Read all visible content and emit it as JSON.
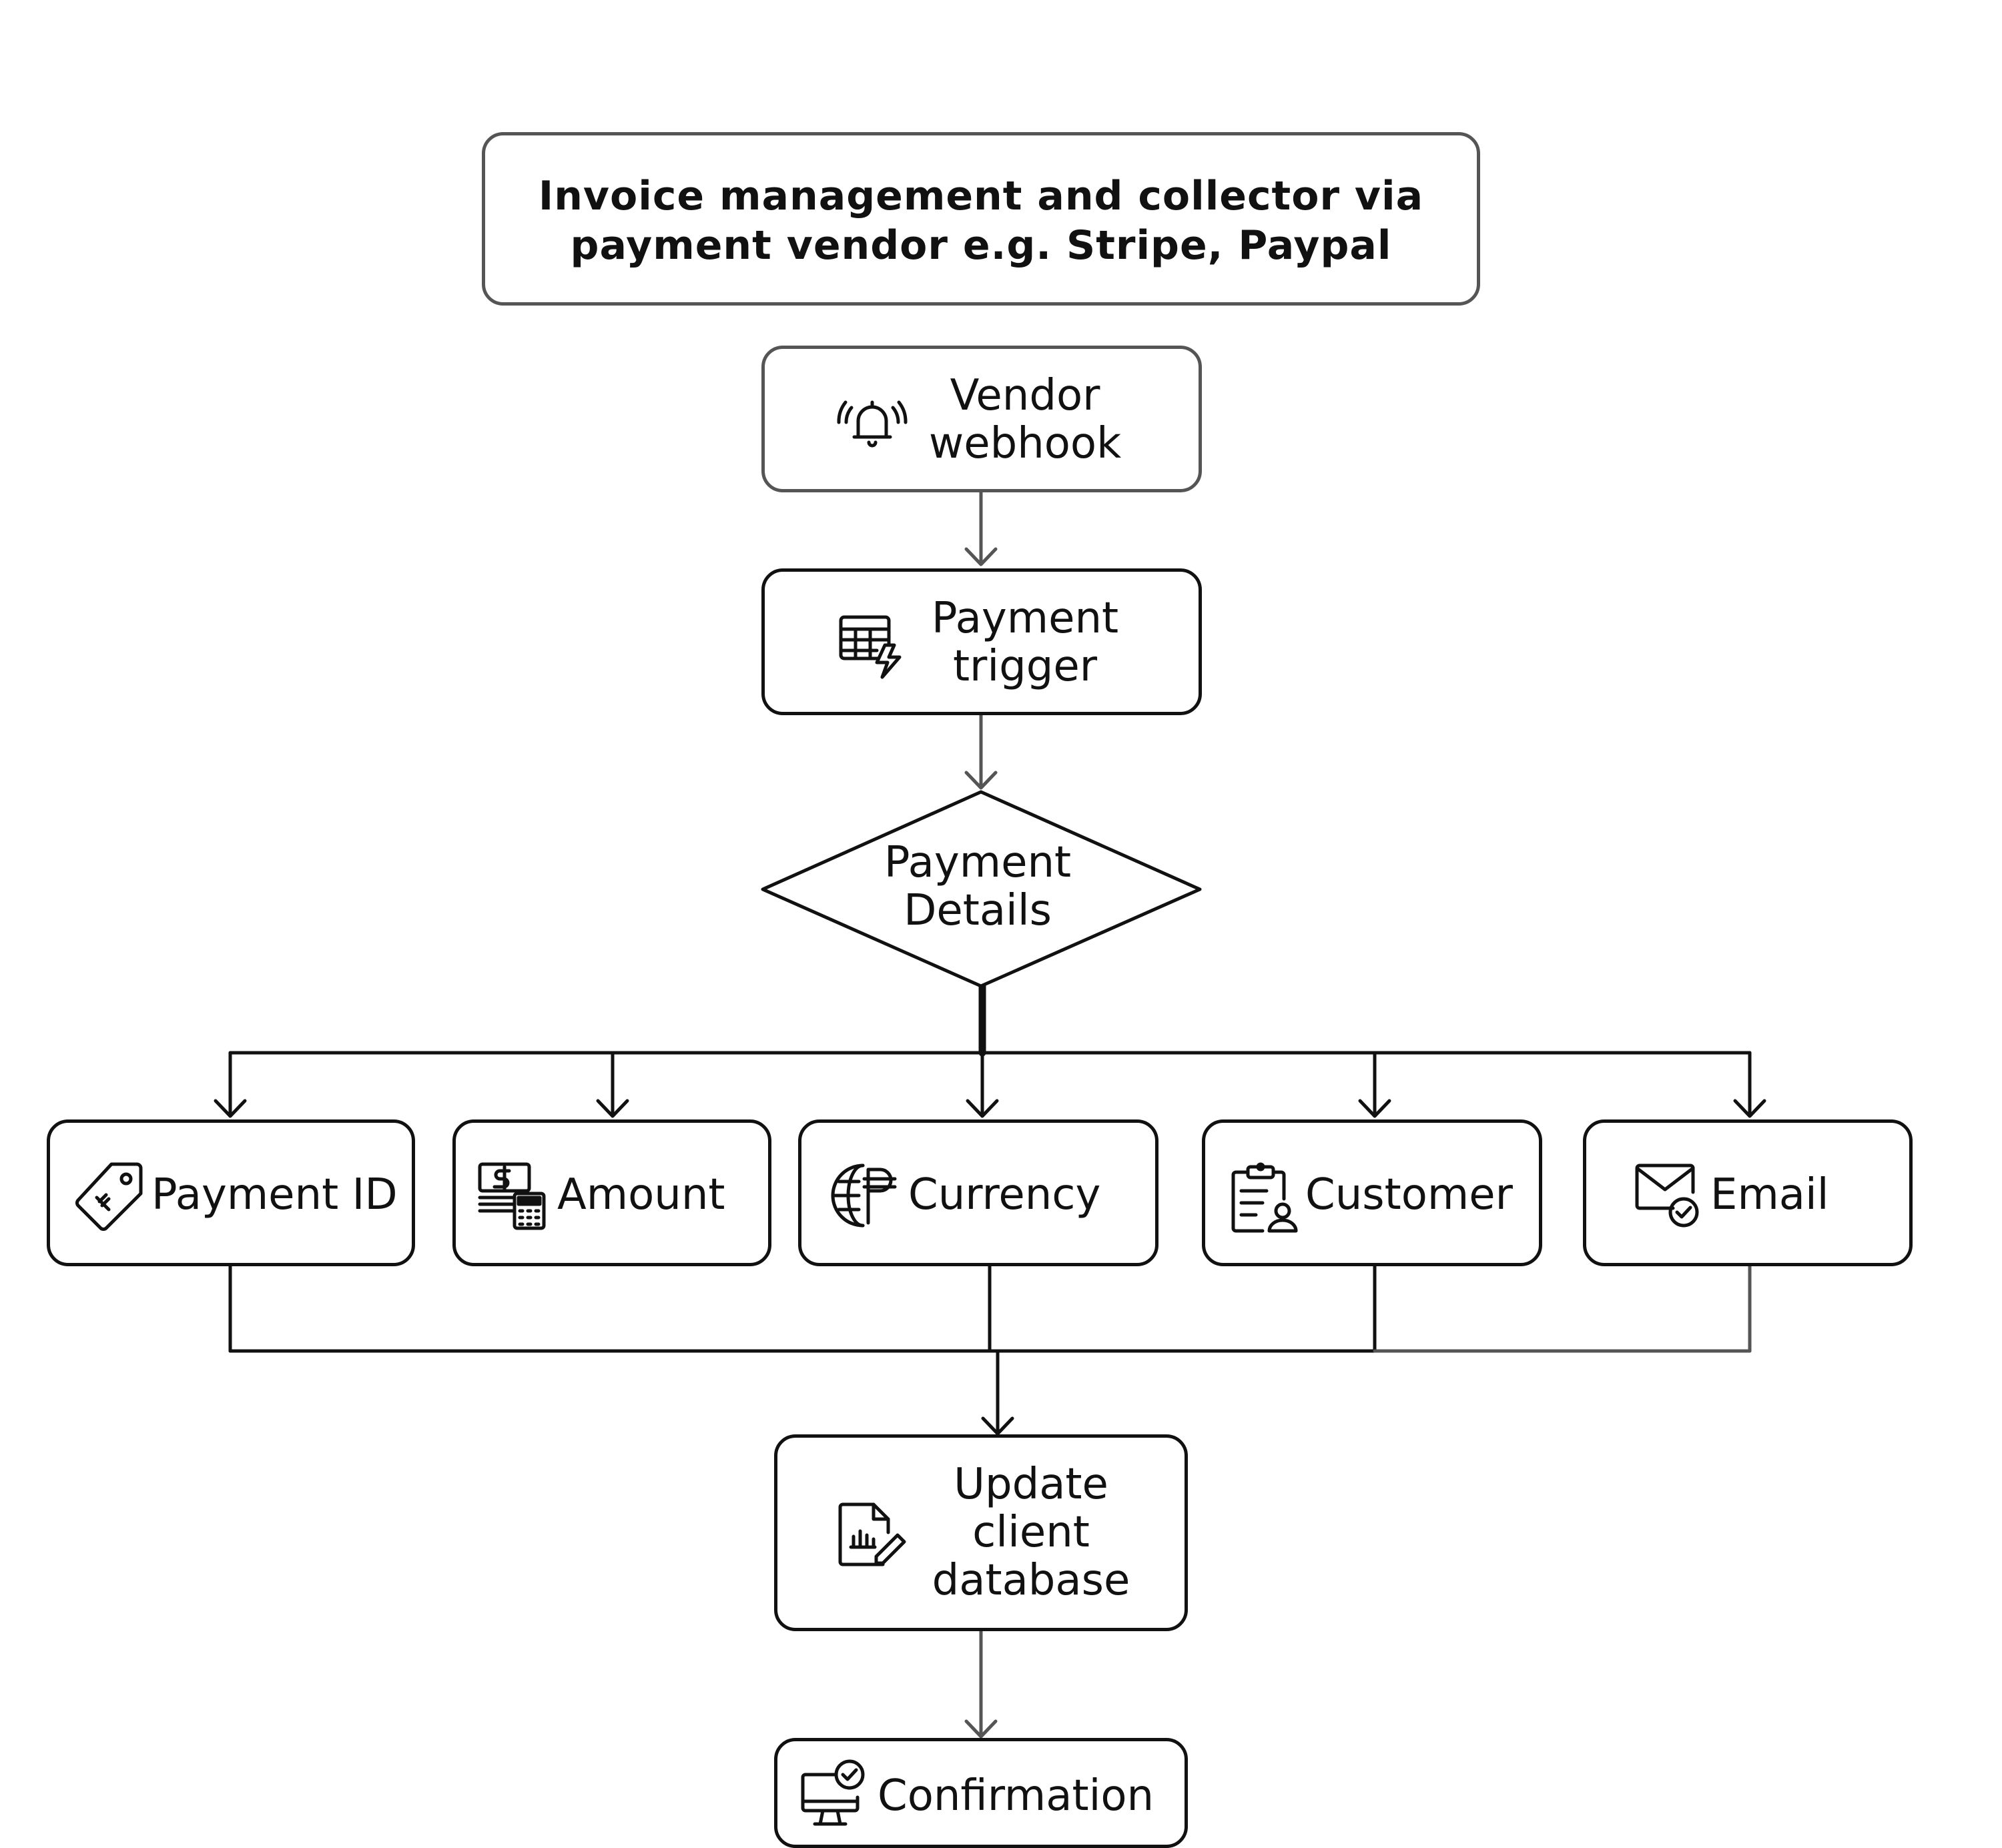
{
  "title": {
    "line1": "Invoice management and collector via",
    "line2": "payment vendor e.g. Stripe, Paypal"
  },
  "nodes": {
    "vendor_webhook": {
      "label": "Vendor\nwebhook",
      "icon": "alarm-bell-icon"
    },
    "payment_trigger": {
      "label": "Payment\ntrigger",
      "icon": "table-lightning-icon"
    },
    "payment_details": {
      "label": "Payment\nDetails",
      "shape": "diamond"
    },
    "payment_id": {
      "label": "Payment ID",
      "icon": "price-tag-icon"
    },
    "amount": {
      "label": "Amount",
      "icon": "cash-calculator-icon"
    },
    "currency": {
      "label": "Currency",
      "icon": "globe-currency-icon"
    },
    "customer": {
      "label": "Customer",
      "icon": "clipboard-user-icon"
    },
    "email": {
      "label": "Email",
      "icon": "envelope-check-icon"
    },
    "update_db": {
      "label": "Update\nclient\ndatabase",
      "icon": "document-chart-edit-icon"
    },
    "confirmation": {
      "label": "Confirmation",
      "icon": "monitor-check-icon"
    }
  },
  "colors": {
    "stroke": "#111111",
    "stroke_grey": "#555555",
    "background": "#ffffff"
  }
}
